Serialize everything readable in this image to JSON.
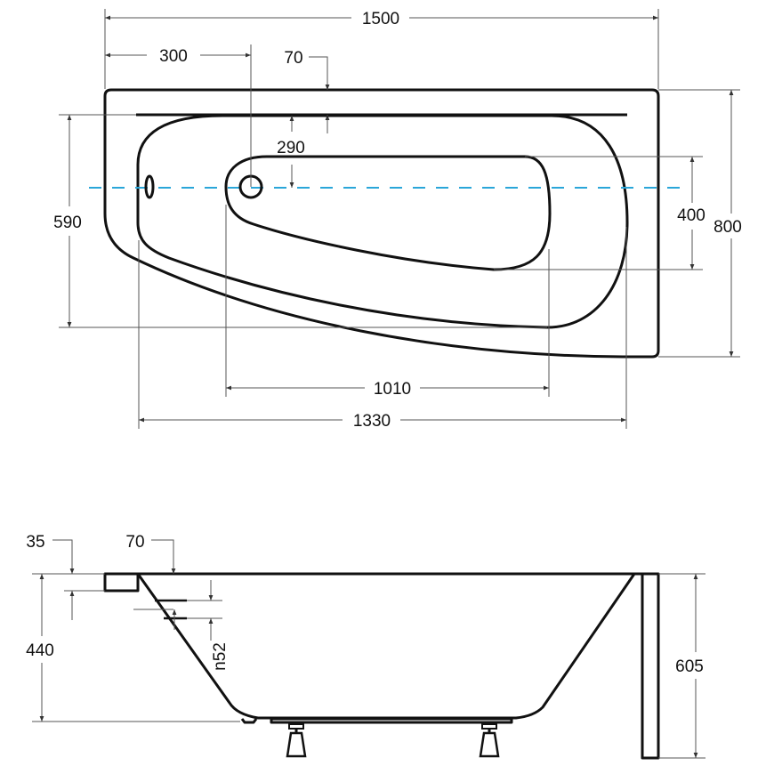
{
  "colors": {
    "axis_line": "#2aa6d9",
    "outline": "#111111",
    "dimension": "#555555"
  },
  "top_view": {
    "dims": {
      "overall_length": "1500",
      "drain_offset": "300",
      "rim_width": "70",
      "drain_to_rim": "290",
      "basin_width": "590",
      "floor_width": "400",
      "overall_width": "800",
      "floor_length": "1010",
      "basin_length": "1330"
    }
  },
  "side_view": {
    "dims": {
      "ledge_height": "35",
      "rim_width": "70",
      "inner_depth": "440",
      "overflow": "n52",
      "overall_height": "605"
    }
  }
}
